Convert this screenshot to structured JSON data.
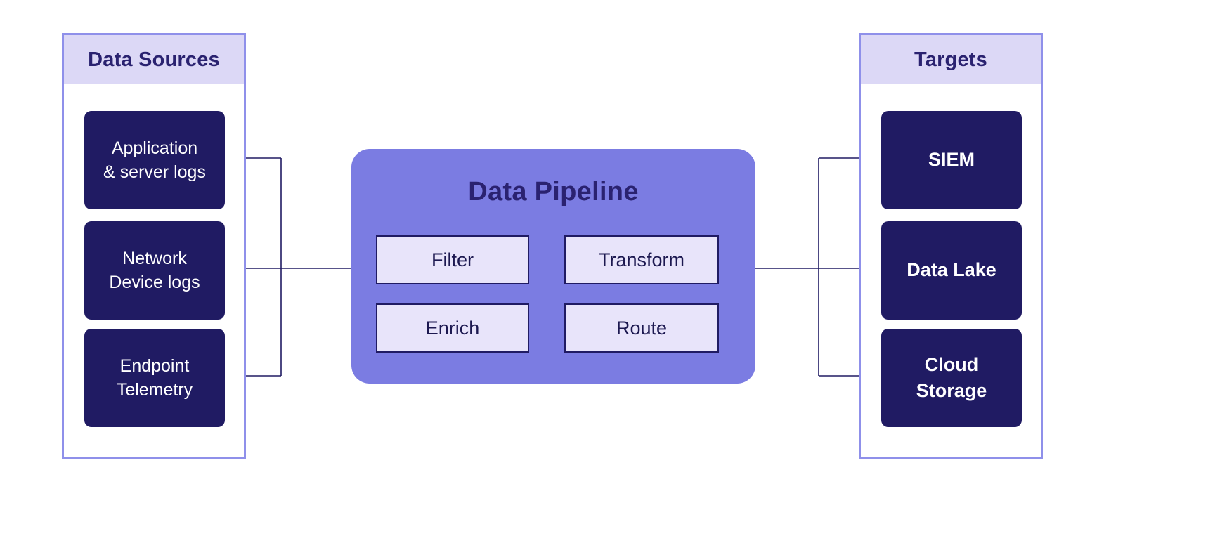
{
  "diagram": {
    "sources": {
      "title": "Data Sources",
      "items": [
        {
          "label": "Application\n& server logs"
        },
        {
          "label": "Network\nDevice logs"
        },
        {
          "label": "Endpoint\nTelemetry"
        }
      ]
    },
    "pipeline": {
      "title": "Data Pipeline",
      "stages": [
        {
          "label": "Filter"
        },
        {
          "label": "Transform"
        },
        {
          "label": "Enrich"
        },
        {
          "label": "Route"
        }
      ]
    },
    "targets": {
      "title": "Targets",
      "items": [
        {
          "label": "SIEM"
        },
        {
          "label": "Data Lake"
        },
        {
          "label": "Cloud\nStorage"
        }
      ]
    },
    "colors": {
      "panel_border": "#8f90ea",
      "panel_header_bg": "#dcd8f6",
      "node_bg": "#201b63",
      "pipeline_bg": "#7b7ce2",
      "chip_bg": "#e8e4fa",
      "heading_text": "#2a2270",
      "node_text": "#ffffff",
      "line": "#201b63"
    }
  }
}
